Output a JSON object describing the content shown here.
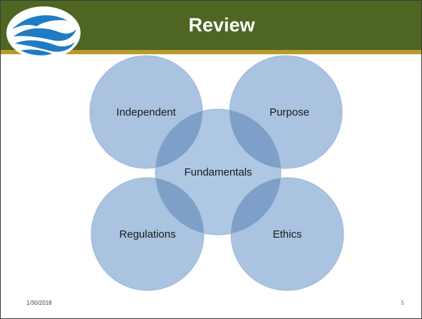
{
  "slide": {
    "title": "Review",
    "footer_date": "1/30/2018",
    "page_number": "5"
  },
  "colors": {
    "header_bar": "#4e6622",
    "header_stripe": "#b89a2e",
    "circle_fill": "#a9c3e0",
    "circle_stroke": "#9db7d6",
    "overlap_fill": "#7d9fc8",
    "logo_blue": "#1f7bc4"
  },
  "diagram": {
    "type": "cycle",
    "center": "Fundamentals",
    "nodes": [
      {
        "label": "Independent"
      },
      {
        "label": "Purpose"
      },
      {
        "label": "Regulations"
      },
      {
        "label": "Ethics"
      }
    ]
  },
  "icons": {
    "logo": "wave-bird-logo-icon"
  }
}
